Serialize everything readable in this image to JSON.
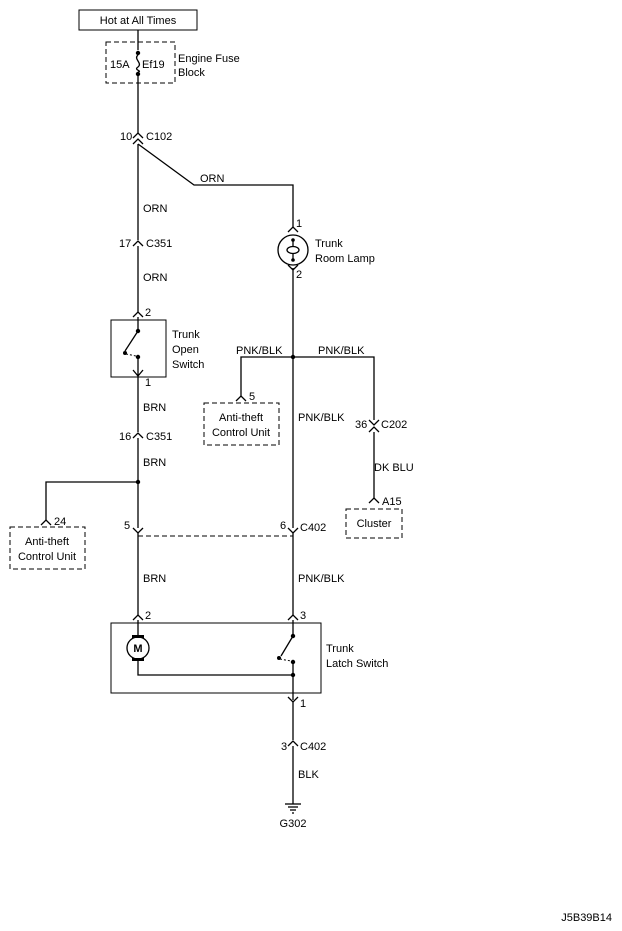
{
  "header": {
    "power_label": "Hot at All Times"
  },
  "fuse": {
    "rating": "15A",
    "id": "Ef19",
    "block_label_1": "Engine Fuse",
    "block_label_2": "Block"
  },
  "connectors": {
    "c102_pin": "10",
    "c102": "C102",
    "c351_pin_a": "17",
    "c351_a": "C351",
    "c351_pin_b": "16",
    "c351_b": "C351",
    "c202_pin": "36",
    "c202": "C202",
    "c402_pin_5": "5",
    "c402_pin_6": "6",
    "c402_a": "C402",
    "c402_pin_3": "3",
    "c402_b": "C402",
    "cluster_pin": "A15",
    "antitheft_pin_5": "5",
    "antitheft_pin_24": "24"
  },
  "wires": {
    "orn_1": "ORN",
    "orn_2": "ORN",
    "orn_3": "ORN",
    "brn_1": "BRN",
    "brn_2": "BRN",
    "brn_3": "BRN",
    "pnkblk_1": "PNK/BLK",
    "pnkblk_2": "PNK/BLK",
    "pnkblk_3": "PNK/BLK",
    "pnkblk_4": "PNK/BLK",
    "dkblu": "DK BLU",
    "blk": "BLK"
  },
  "components": {
    "room_lamp_1": "Trunk",
    "room_lamp_2": "Room Lamp",
    "room_lamp_pin_top": "1",
    "room_lamp_pin_bottom": "2",
    "open_switch_1": "Trunk",
    "open_switch_2": "Open",
    "open_switch_3": "Switch",
    "open_switch_pin_top": "2",
    "open_switch_pin_bottom": "1",
    "antitheft_a_1": "Anti-theft",
    "antitheft_a_2": "Control Unit",
    "antitheft_b_1": "Anti-theft",
    "antitheft_b_2": "Control Unit",
    "cluster": "Cluster",
    "latch_1": "Trunk",
    "latch_2": "Latch Switch",
    "latch_pin_left": "2",
    "latch_pin_right": "3",
    "latch_pin_bottom": "1",
    "motor_symbol": "M"
  },
  "ground": {
    "id": "G302"
  },
  "footer": {
    "code": "J5B39B14"
  }
}
